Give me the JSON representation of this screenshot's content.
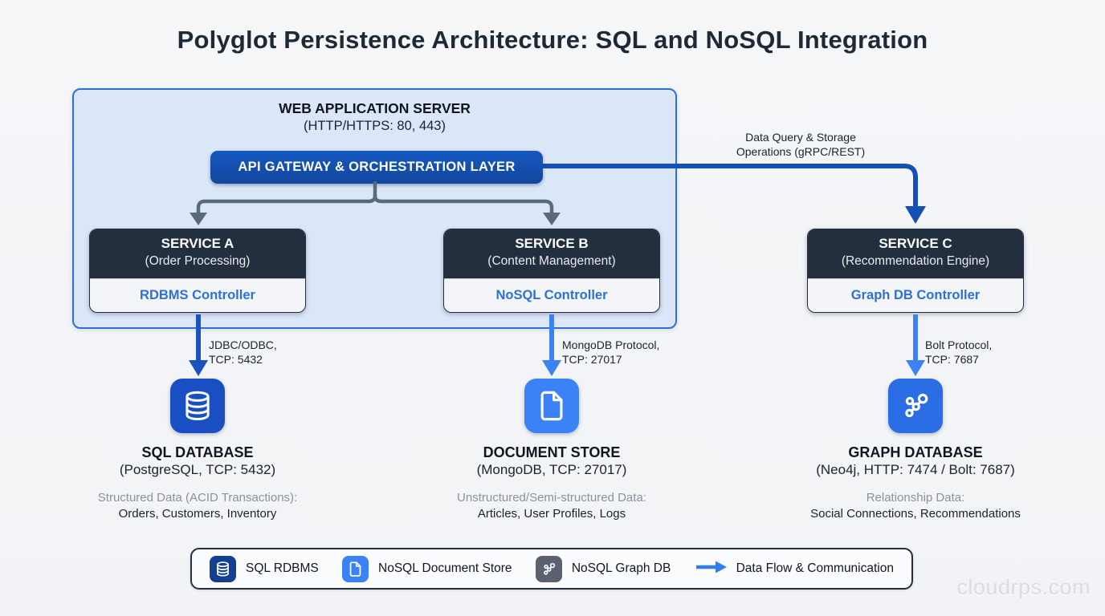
{
  "title": "Polyglot Persistence Architecture: SQL and NoSQL Integration",
  "web_server": {
    "name": "WEB APPLICATION SERVER",
    "ports": "(HTTP/HTTPS: 80, 443)",
    "gateway": "API GATEWAY & ORCHESTRATION LAYER"
  },
  "services": [
    {
      "name": "SERVICE A",
      "role": "(Order Processing)",
      "controller": "RDBMS Controller"
    },
    {
      "name": "SERVICE B",
      "role": "(Content Management)",
      "controller": "NoSQL Controller"
    },
    {
      "name": "SERVICE C",
      "role": "(Recommendation Engine)",
      "controller": "Graph DB Controller"
    }
  ],
  "flows": {
    "gateway_to_graph": {
      "line1": "Data Query & Storage",
      "line2": "Operations (gRPC/REST)"
    },
    "sql": {
      "line1": "JDBC/ODBC,",
      "line2": "TCP: 5432"
    },
    "document": {
      "line1": "MongoDB Protocol,",
      "line2": "TCP: 27017"
    },
    "graph": {
      "line1": "Bolt Protocol,",
      "line2": "TCP: 7687"
    }
  },
  "databases": [
    {
      "icon": "database-icon",
      "name": "SQL DATABASE",
      "detail": "(PostgreSQL, TCP: 5432)",
      "data_type": "Structured Data (ACID Transactions):",
      "examples": "Orders, Customers, Inventory"
    },
    {
      "icon": "file-icon",
      "name": "DOCUMENT STORE",
      "detail": "(MongoDB, TCP: 27017)",
      "data_type": "Unstructured/Semi-structured Data:",
      "examples": "Articles, User Profiles, Logs"
    },
    {
      "icon": "graph-icon",
      "name": "GRAPH DATABASE",
      "detail": "(Neo4j, HTTP: 7474 / Bolt: 7687)",
      "data_type": "Relationship Data:",
      "examples": "Social Connections, Recommendations"
    }
  ],
  "legend": {
    "items": [
      {
        "icon": "sql-rdbms-icon",
        "label": "SQL RDBMS"
      },
      {
        "icon": "document-store-icon",
        "label": "NoSQL Document Store"
      },
      {
        "icon": "graph-db-icon",
        "label": "NoSQL Graph DB"
      },
      {
        "icon": "data-flow-arrow-icon",
        "label": "Data Flow & Communication"
      }
    ]
  },
  "watermark": "cloudrps.com",
  "colors": {
    "accent_dark_blue": "#1350b5",
    "accent_blue": "#3b82f6",
    "panel_fill": "#dbe7f8",
    "panel_border": "#2e6fd4",
    "service_header": "#232f3f",
    "connector_slate": "#5a6a7e",
    "muted_text": "#8b929c",
    "legend_graph_gray": "#5a6270"
  }
}
